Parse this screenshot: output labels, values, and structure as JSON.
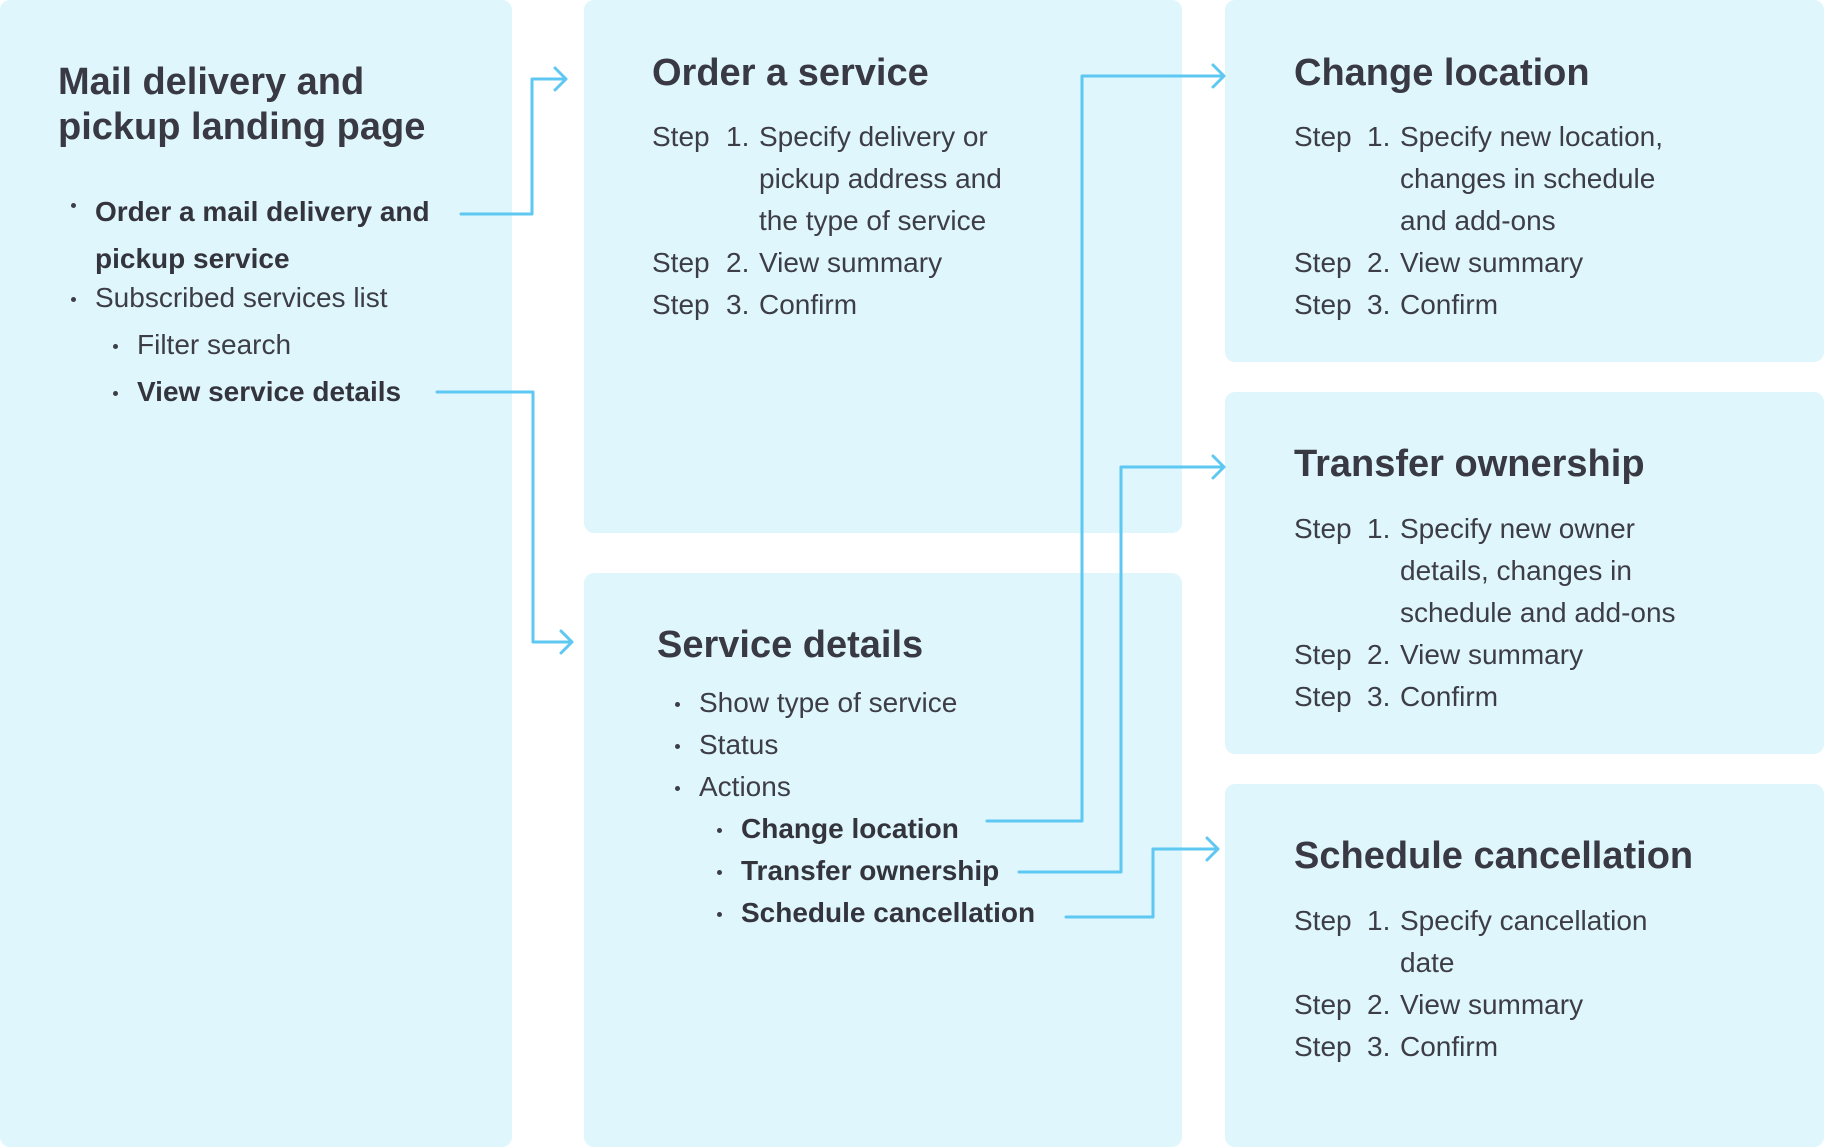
{
  "colors": {
    "panel": "#dff6fd",
    "arrow": "#5ec8f2",
    "text": "#3d3d46"
  },
  "landing": {
    "title_line1": "Mail delivery and",
    "title_line2": "pickup landing page",
    "items": [
      {
        "text1": "Order a mail delivery and",
        "text2": "pickup service"
      },
      {
        "text": "Subscribed services list"
      },
      {
        "text": "Filter search"
      },
      {
        "text": "View service details"
      }
    ]
  },
  "order": {
    "title": "Order a service",
    "steps": [
      {
        "word": "Step",
        "num": "1.",
        "text": "Specify delivery or pickup address and the type of service"
      },
      {
        "word": "Step",
        "num": "2.",
        "text": "View summary"
      },
      {
        "word": "Step",
        "num": "3.",
        "text": "Confirm"
      }
    ]
  },
  "details": {
    "title": "Service details",
    "items": [
      "Show type of service",
      "Status",
      "Actions"
    ],
    "actions": [
      "Change location",
      "Transfer ownership",
      "Schedule cancellation"
    ]
  },
  "change_location": {
    "title": "Change location",
    "steps": [
      {
        "word": "Step",
        "num": "1.",
        "text": "Specify new location, changes in schedule and add-ons"
      },
      {
        "word": "Step",
        "num": "2.",
        "text": "View summary"
      },
      {
        "word": "Step",
        "num": "3.",
        "text": "Confirm"
      }
    ]
  },
  "transfer": {
    "title": "Transfer ownership",
    "steps": [
      {
        "word": "Step",
        "num": "1.",
        "text": "Specify new owner details, changes in schedule and add-ons"
      },
      {
        "word": "Step",
        "num": "2.",
        "text": "View summary"
      },
      {
        "word": "Step",
        "num": "3.",
        "text": "Confirm"
      }
    ]
  },
  "cancel": {
    "title": "Schedule cancellation",
    "steps": [
      {
        "word": "Step",
        "num": "1.",
        "text": "Specify cancellation date"
      },
      {
        "word": "Step",
        "num": "2.",
        "text": "View summary"
      },
      {
        "word": "Step",
        "num": "3.",
        "text": "Confirm"
      }
    ]
  }
}
